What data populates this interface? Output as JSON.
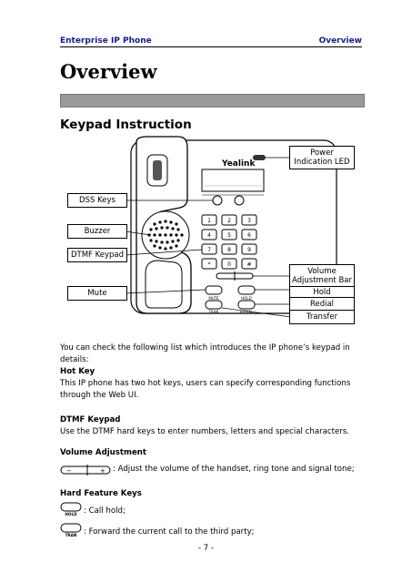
{
  "header": {
    "left": "Enterprise IP Phone",
    "right": "Overview"
  },
  "title": "Overview",
  "section_title": "Keypad Instruction",
  "figure": {
    "brand": "Yealink",
    "callouts": {
      "power_led": "Power Indication LED",
      "dss_keys": "DSS Keys",
      "buzzer": "Buzzer",
      "dtmf_keypad": "DTMF Keypad",
      "mute": "Mute",
      "volume_bar": "Volume Adjustment Bar",
      "hold": "Hold",
      "redial": "Redial",
      "transfer": "Transfer"
    },
    "key_labels": {
      "mute": "MUTE",
      "hold": "HOLD",
      "tran": "TRAN",
      "redial": "REDIAL"
    }
  },
  "intro": "You can check the following list which introduces the IP phone’s keypad in details:",
  "sections": {
    "hot_key_title": "Hot Key",
    "hot_key_text": "This IP phone has two hot keys, users can specify corresponding functions through the Web UI.",
    "dtmf_title": "DTMF Keypad",
    "dtmf_text": "Use the DTMF hard keys to enter numbers, letters and special characters.",
    "volume_title": "Volume Adjustment",
    "volume_text": ": Adjust the volume of the handset, ring tone and signal tone;",
    "hard_title": "Hard Feature Keys",
    "hold_text": ": Call hold;",
    "tran_text": ": Forward the current call to the third party;"
  },
  "icons": {
    "hold_label": "HOLD",
    "tran_label": "TRAN",
    "vol_minus": "−",
    "vol_plus": "+"
  },
  "page_number": "- 7 -"
}
